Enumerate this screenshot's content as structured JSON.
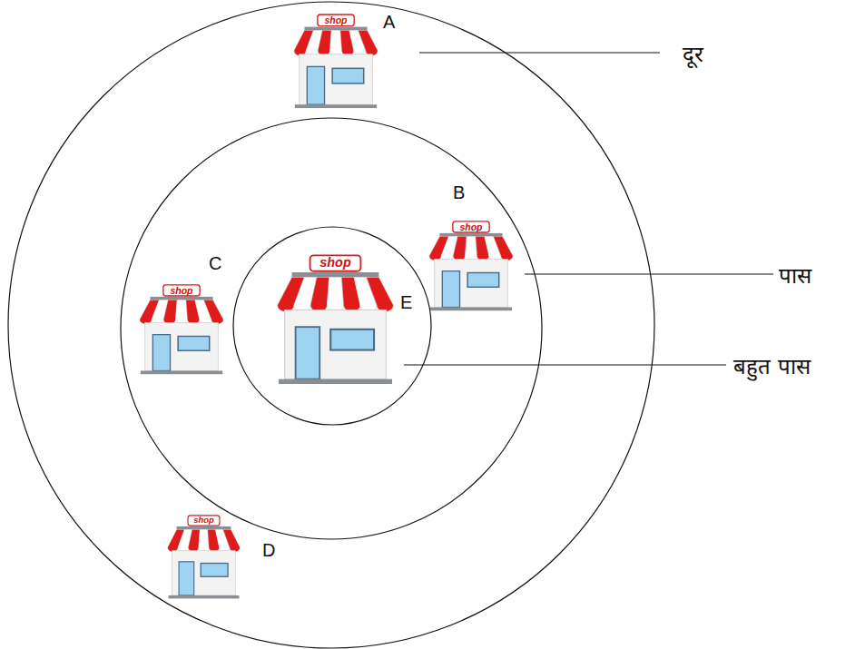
{
  "diagram": {
    "nodes": [
      {
        "text": [
          "shop",
          "A"
        ]
      },
      {
        "text": [
          "shop",
          "B"
        ]
      },
      {
        "text": [
          "shop",
          "C"
        ]
      },
      {
        "text": [
          "shop",
          "E"
        ]
      },
      {
        "text": [
          "shop",
          "D"
        ]
      }
    ],
    "labels": [
      "दूर",
      "पास",
      "बहुत पास"
    ]
  }
}
